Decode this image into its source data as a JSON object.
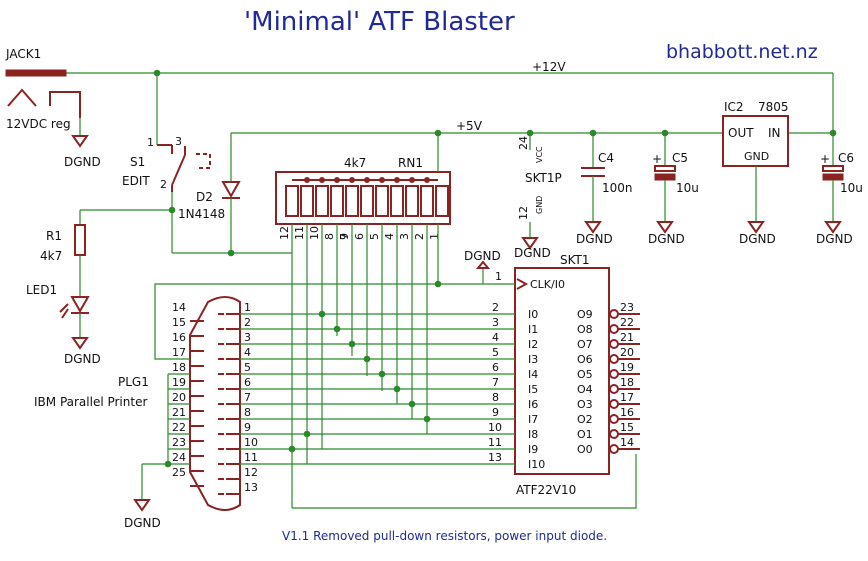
{
  "title": "'Minimal' ATF Blaster",
  "website": "bhabbott.net.nz",
  "footnote": "V1.1 Removed pull-down resistors, power input diode.",
  "nets": {
    "v12": "+12V",
    "v5": "+5V"
  },
  "jack": {
    "ref": "JACK1",
    "desc": "12VDC reg"
  },
  "switch": {
    "ref": "S1",
    "value": "EDIT",
    "pins": [
      "1",
      "2",
      "3"
    ]
  },
  "diode": {
    "ref": "D2",
    "value": "1N4148"
  },
  "resistor": {
    "ref": "R1",
    "value": "4k7"
  },
  "led": {
    "ref": "LED1"
  },
  "resnet": {
    "ref": "RN1",
    "value": "4k7",
    "pins": [
      "12",
      "11",
      "10",
      "9",
      "8",
      "7",
      "6",
      "5",
      "4",
      "3",
      "2",
      "1"
    ]
  },
  "socket_power": {
    "ref": "SKT1P",
    "vcc_pin": "24",
    "vcc_label": "VCC",
    "gnd_pin": "12",
    "gnd_label": "GND"
  },
  "cap4": {
    "ref": "C4",
    "value": "100n"
  },
  "cap5": {
    "ref": "C5",
    "value": "10u",
    "polarity": "+"
  },
  "cap6": {
    "ref": "C6",
    "value": "10u",
    "polarity": "+"
  },
  "regulator": {
    "ref": "IC2",
    "value": "7805",
    "out": "OUT",
    "in": "IN",
    "gnd": "GND"
  },
  "ground_label": "DGND",
  "ic": {
    "ref": "SKT1",
    "value": "ATF22V10",
    "clk_pin": "1",
    "clk_label": "CLK/I0",
    "left_pins": [
      "2",
      "3",
      "4",
      "5",
      "6",
      "7",
      "8",
      "9",
      "10",
      "11",
      "13"
    ],
    "left_labels": [
      "I0",
      "I1",
      "I2",
      "I3",
      "I4",
      "I5",
      "I6",
      "I7",
      "I8",
      "I9",
      "I10"
    ],
    "right_pins": [
      "23",
      "22",
      "21",
      "20",
      "19",
      "18",
      "17",
      "16",
      "15",
      "14"
    ],
    "right_labels": [
      "O9",
      "O8",
      "O7",
      "O6",
      "O5",
      "O4",
      "O3",
      "O2",
      "O1",
      "O0"
    ]
  },
  "connector": {
    "ref": "PLG1",
    "desc": "IBM Parallel Printer",
    "left_pins": [
      "14",
      "15",
      "16",
      "17",
      "18",
      "19",
      "20",
      "21",
      "22",
      "23",
      "24",
      "25"
    ],
    "right_pins": [
      "1",
      "2",
      "3",
      "4",
      "5",
      "6",
      "7",
      "8",
      "9",
      "10",
      "11",
      "12",
      "13"
    ]
  },
  "colors": {
    "wire": "#2a8a2a",
    "part": "#8b2323",
    "text": "#111111",
    "title": "#202a96"
  }
}
